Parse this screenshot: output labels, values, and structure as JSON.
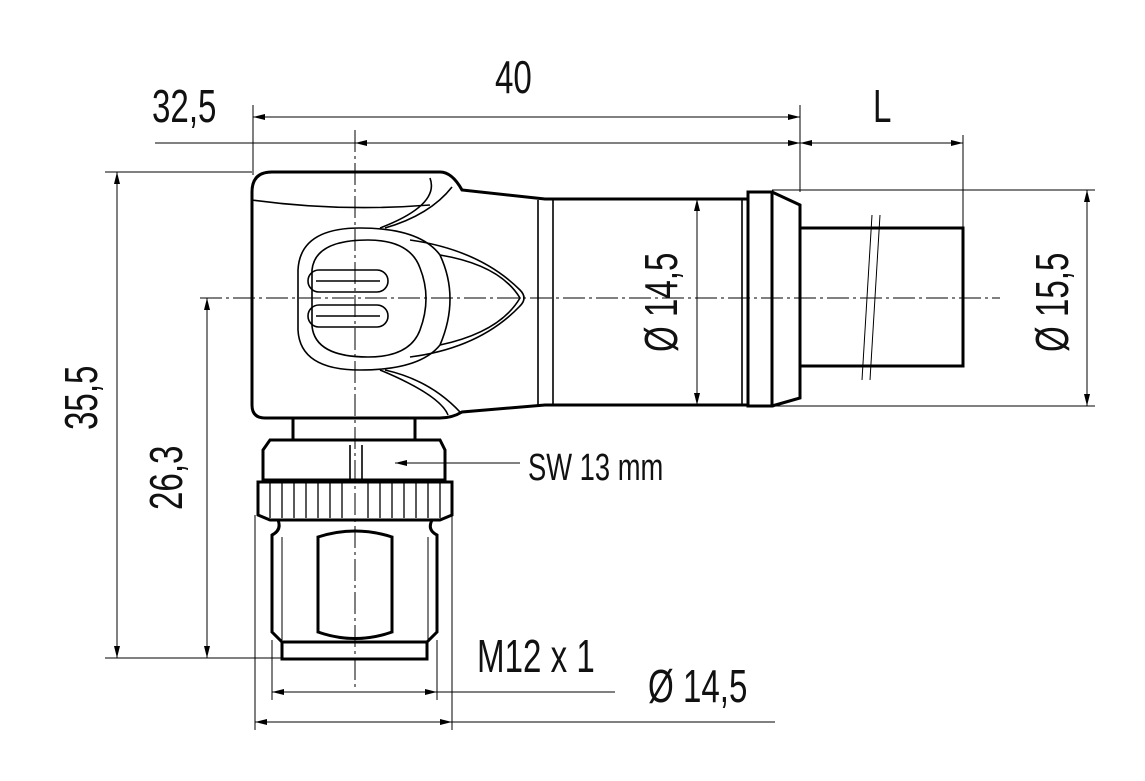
{
  "drawing": {
    "title": "Angled M12 connector dimension drawing",
    "dimensions": {
      "overall_length": "40",
      "center_offset": "32,5",
      "cable_length": "L",
      "overall_height": "35,5",
      "axis_height": "26,3",
      "body_diameter": "Ø 14,5",
      "flange_diameter": "Ø 15,5",
      "wrench_size": "SW 13 mm",
      "thread": "M12 x 1",
      "nut_diameter": "Ø 14,5"
    }
  }
}
